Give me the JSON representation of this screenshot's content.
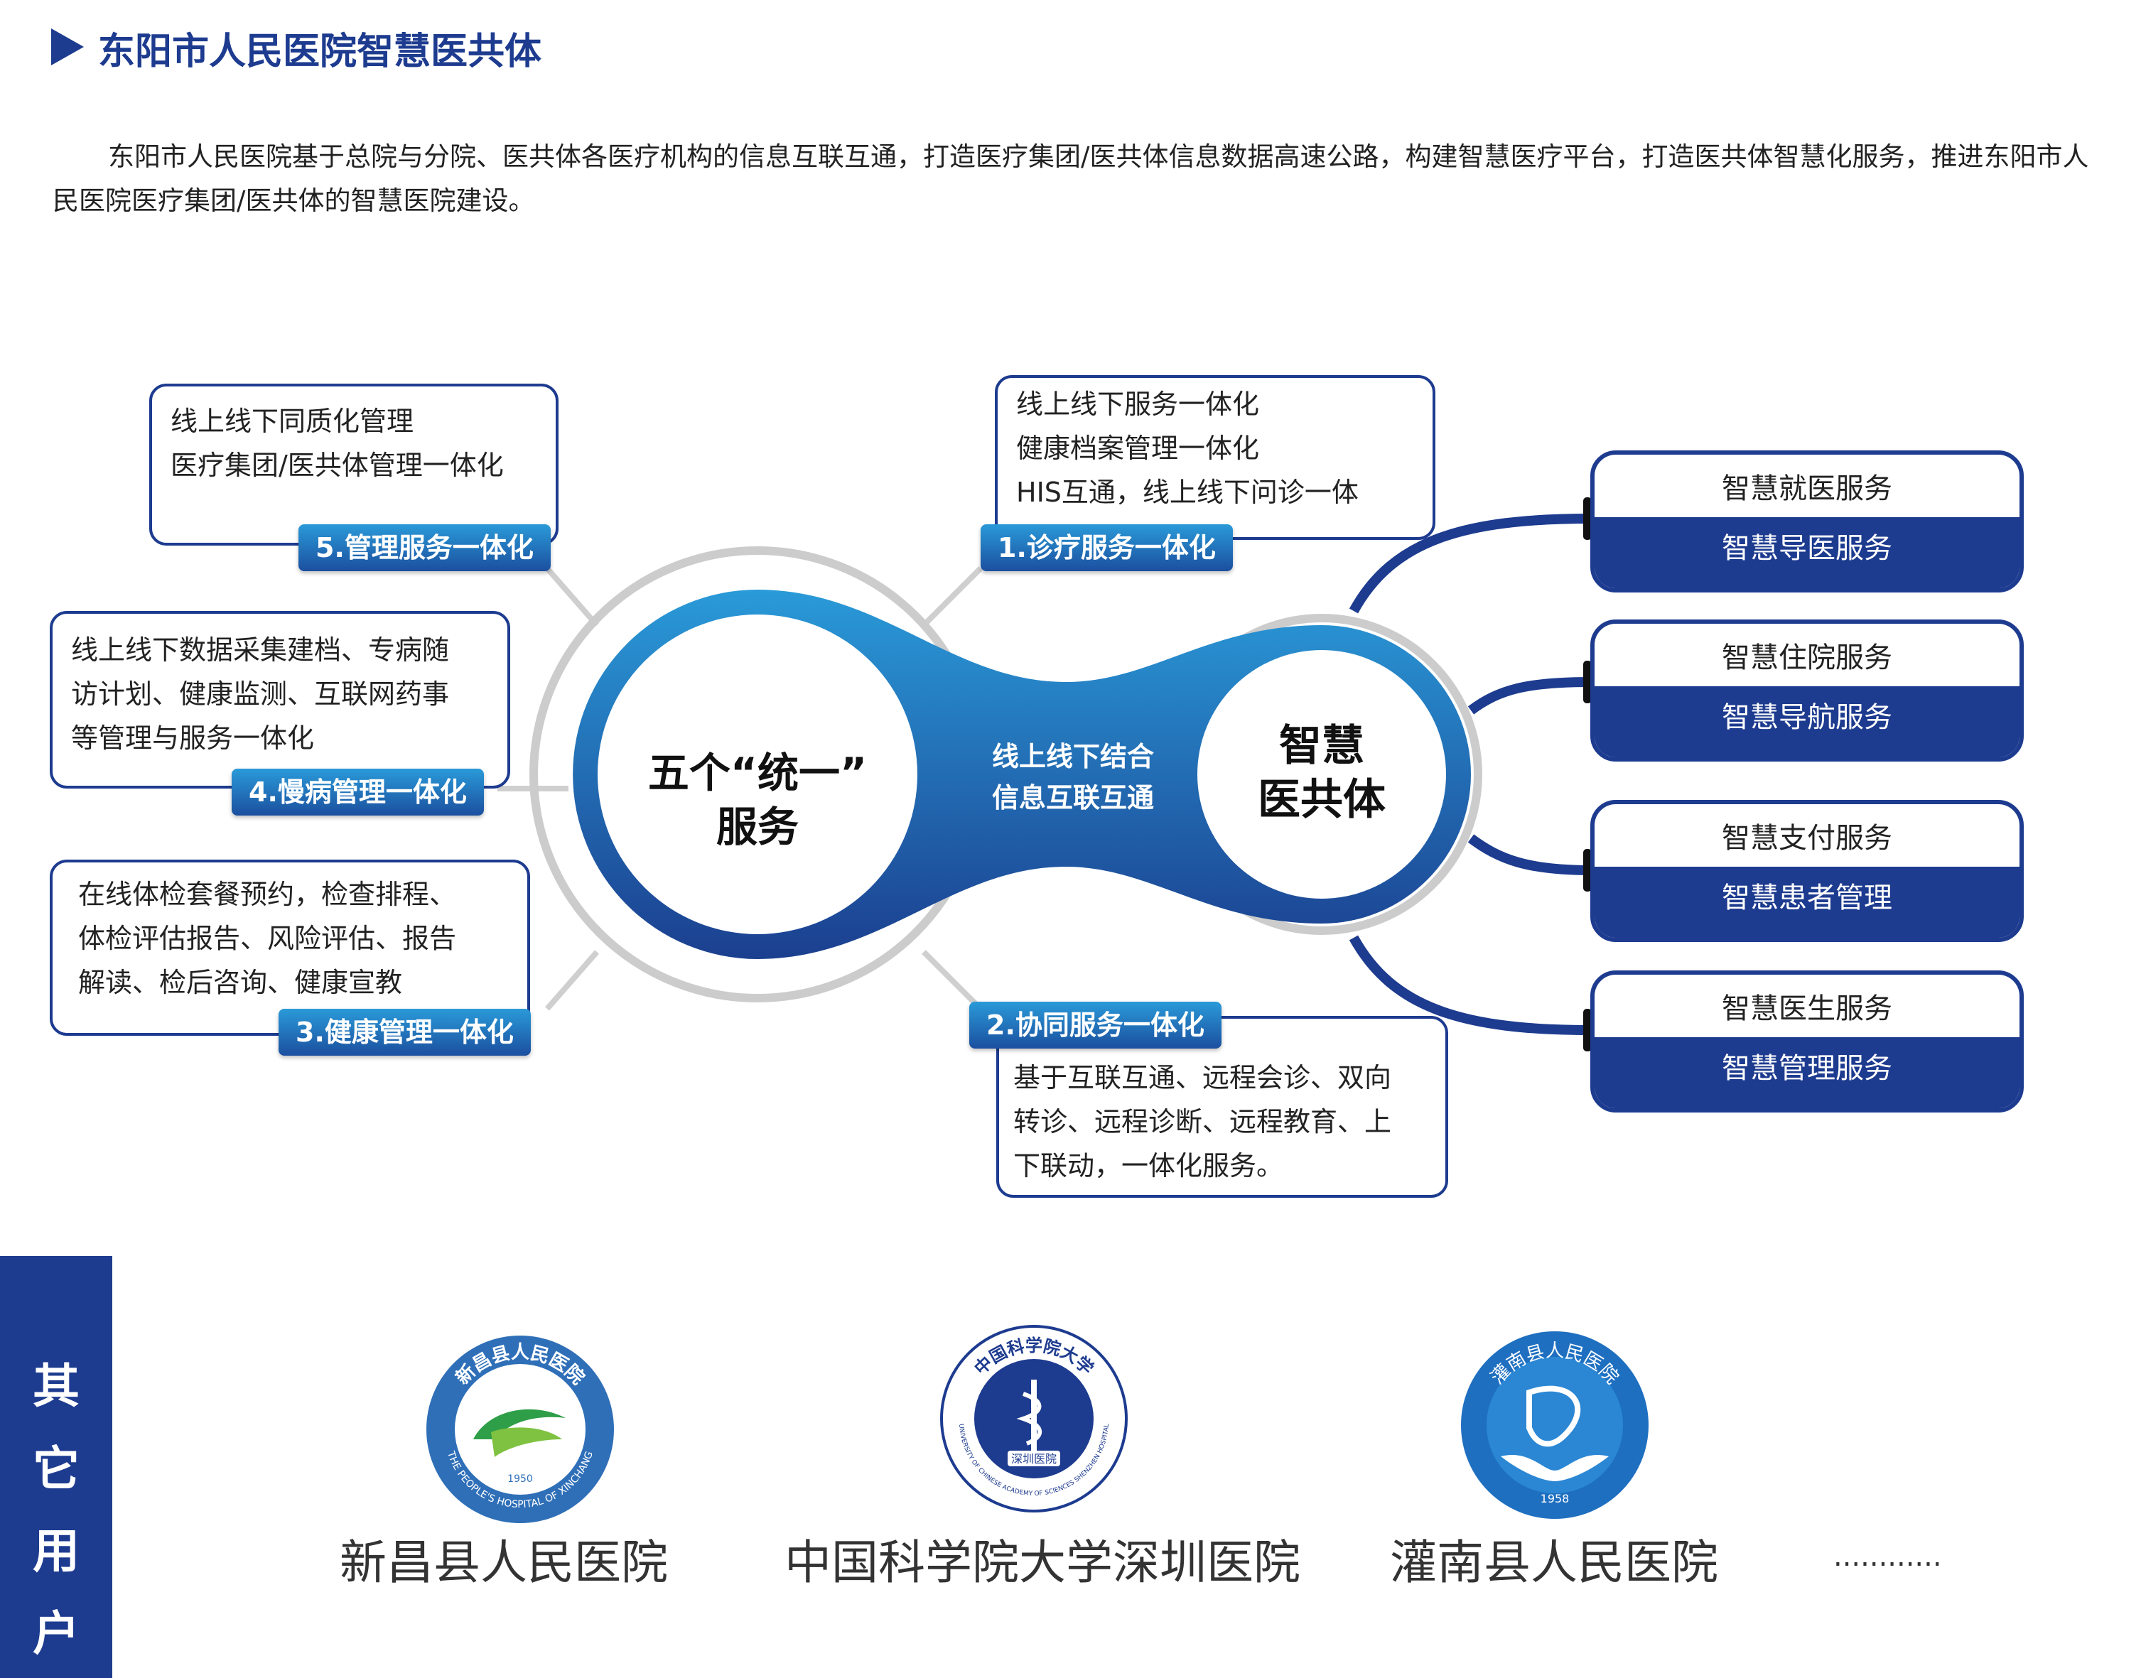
{
  "header": {
    "title": "东阳市人民医院智慧医共体"
  },
  "intro": "东阳市人民医院基于总院与分院、医共体各医疗机构的信息互联互通，打造医疗集团/医共体信息数据高速公路，构建智慧医疗平台，打造医共体智慧化服务，推进东阳市人民医院医疗集团/医共体的智慧医院建设。",
  "hub": {
    "left_line1": "五个“统一”",
    "left_line2": "服务",
    "middle_line1": "线上线下结合",
    "middle_line2": "信息互联互通",
    "right_line1": "智慧",
    "right_line2": "医共体"
  },
  "cards": {
    "c5": {
      "tag": "5.管理服务一体化",
      "lines": [
        "线上线下同质化管理",
        "医疗集团/医共体管理一体化"
      ]
    },
    "c1": {
      "tag": "1.诊疗服务一体化",
      "lines": [
        "线上线下服务一体化",
        "健康档案管理一体化",
        "HIS互通，线上线下问诊一体"
      ]
    },
    "c4": {
      "tag": "4.慢病管理一体化",
      "lines": [
        "线上线下数据采集建档、专病随",
        "访计划、健康监测、互联网药事",
        "等管理与服务一体化"
      ]
    },
    "c3": {
      "tag": "3.健康管理一体化",
      "lines": [
        "在线体检套餐预约，检查排程、",
        "体检评估报告、风险评估、报告",
        "解读、检后咨询、健康宣教"
      ]
    },
    "c2": {
      "tag": "2.协同服务一体化",
      "lines": [
        "基于互联互通、远程会诊、双向",
        "转诊、远程诊断、远程教育、上",
        "下联动，一体化服务。"
      ]
    }
  },
  "services": [
    {
      "top": "智慧就医服务",
      "bottom": "智慧导医服务"
    },
    {
      "top": "智慧住院服务",
      "bottom": "智慧导航服务"
    },
    {
      "top": "智慧支付服务",
      "bottom": "智慧患者管理"
    },
    {
      "top": "智慧医生服务",
      "bottom": "智慧管理服务"
    }
  ],
  "sidebar": {
    "chars": [
      "其",
      "它",
      "用",
      "户"
    ]
  },
  "hospitals": [
    {
      "name": "新昌县人民医院",
      "logo_text": "新昌县人民医院",
      "logo_en": "THE PEOPLE'S HOSPITAL OF XINCHANG",
      "logo_year": "1950"
    },
    {
      "name": "中国科学院大学深圳医院",
      "logo_text": "中国科学院大学",
      "logo_en": "UNIVERSITY OF CHINESE ACADEMY OF SCIENCES SHENZHEN HOSPITAL",
      "logo_sub": "深圳医院"
    },
    {
      "name": "灌南县人民医院",
      "logo_text": "灌南县人民医院",
      "logo_year": "1958"
    }
  ],
  "more": "............",
  "colors": {
    "primary": "#1d3b8f",
    "accent": "#2a9ad8",
    "ring": "#cccccc"
  }
}
